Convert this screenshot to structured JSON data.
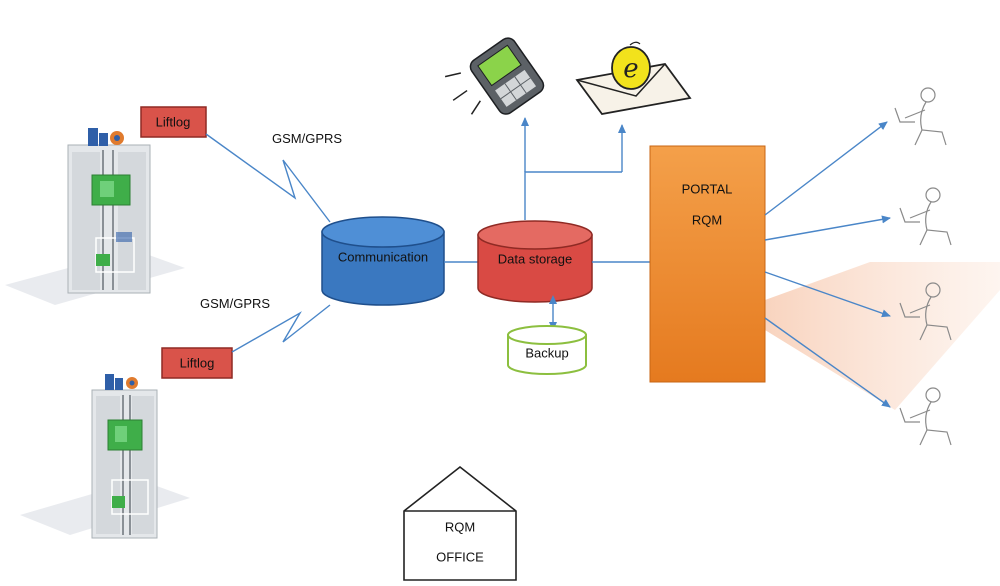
{
  "colors": {
    "line": "#4a86c8",
    "communication": "#3a78c0",
    "data_storage": "#d94a44",
    "backup": "#8cbf3f",
    "portal": "#f08a2c",
    "liftlog": "#d9534a",
    "elevator_green": "#3fae49"
  },
  "icons": {
    "top_elevator": "elevator-icon",
    "bottom_elevator": "elevator-icon",
    "phone": "mobile-phone-icon",
    "email": "email-icon",
    "users": "person-at-laptop-icon",
    "office": "house-icon"
  },
  "diagram": {
    "liftlog_top": "Liftlog",
    "liftlog_bottom": "Liftlog",
    "gsm_top": "GSM/GPRS",
    "gsm_bottom": "GSM/GPRS",
    "communication": "Communication",
    "data_storage": "Data storage",
    "backup": "Backup",
    "portal_line1": "PORTAL",
    "portal_line2": "RQM",
    "office_line1": "RQM",
    "office_line2": "OFFICE"
  }
}
